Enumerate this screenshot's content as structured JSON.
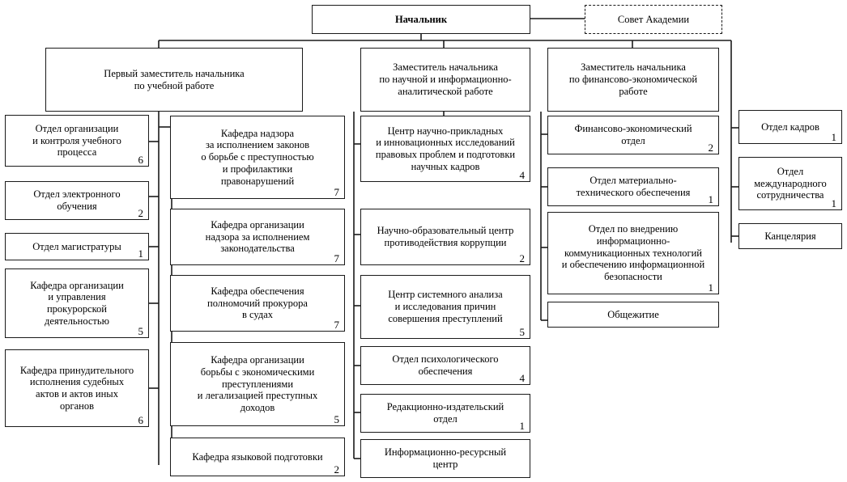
{
  "diagram": {
    "title": "Организационная структура Академии",
    "line_color": "#1a1a1a",
    "box_fill": "#ffffff"
  },
  "root": {
    "label": "Начальник",
    "count": ""
  },
  "council": {
    "label": "Совет Академии",
    "count": ""
  },
  "deputies": [
    {
      "label": "Первый заместитель начальника\nпо учебной работе",
      "count": ""
    },
    {
      "label": "Заместитель начальника\nпо научной и информационно-\nаналитической работе",
      "count": ""
    },
    {
      "label": "Заместитель начальника\nпо финансово-экономической\nработе",
      "count": ""
    }
  ],
  "column_left": [
    {
      "label": "Отдел организации\nи контроля учебного\nпроцесса",
      "count": "6"
    },
    {
      "label": "Отдел электронного\nобучения",
      "count": "2"
    },
    {
      "label": "Отдел магистратуры",
      "count": "1"
    },
    {
      "label": "Кафедра организации\nи управления\nпрокурорской\nдеятельностью",
      "count": "5"
    },
    {
      "label": "Кафедра принудительного\nисполнения судебных\nактов и актов иных\nорганов",
      "count": "6"
    }
  ],
  "column_two": [
    {
      "label": "Кафедра надзора\nза исполнением законов\nо борьбе с преступностью\nи профилактики\nправонарушений",
      "count": "7"
    },
    {
      "label": "Кафедра организации\nнадзора за исполнением\nзаконодательства",
      "count": "7"
    },
    {
      "label": "Кафедра обеспечения\nполномочий прокурора\nв судах",
      "count": "7"
    },
    {
      "label": "Кафедра организации\nборьбы с экономическими\nпреступлениями\nи легализацией преступных\nдоходов",
      "count": "5"
    },
    {
      "label": "Кафедра языковой подготовки",
      "count": "2"
    }
  ],
  "column_three": [
    {
      "label": "Центр научно-прикладных\nи инновационных исследований\nправовых проблем и подготовки\nнаучных кадров",
      "count": "4"
    },
    {
      "label": "Научно-образовательный центр\nпротиводействия коррупции",
      "count": "2"
    },
    {
      "label": "Центр системного анализа\nи исследования причин\nсовершения преступлений",
      "count": "5"
    },
    {
      "label": "Отдел психологического\nобеспечения",
      "count": "4"
    },
    {
      "label": "Редакционно-издательский\nотдел",
      "count": "1"
    },
    {
      "label": "Информационно-ресурсный\nцентр",
      "count": ""
    }
  ],
  "column_four": [
    {
      "label": "Финансово-экономический\nотдел",
      "count": "2"
    },
    {
      "label": "Отдел материально-\nтехнического обеспечения",
      "count": "1"
    },
    {
      "label": "Отдел по внедрению\nинформационно-\nкоммуникационных технологий\nи обеспечению информационной\nбезопасности",
      "count": "1"
    },
    {
      "label": "Общежитие",
      "count": ""
    }
  ],
  "column_five": [
    {
      "label": "Отдел кадров",
      "count": "1"
    },
    {
      "label": "Отдел\nмеждународного\nсотрудничества",
      "count": "1"
    },
    {
      "label": "Канцелярия",
      "count": ""
    }
  ]
}
